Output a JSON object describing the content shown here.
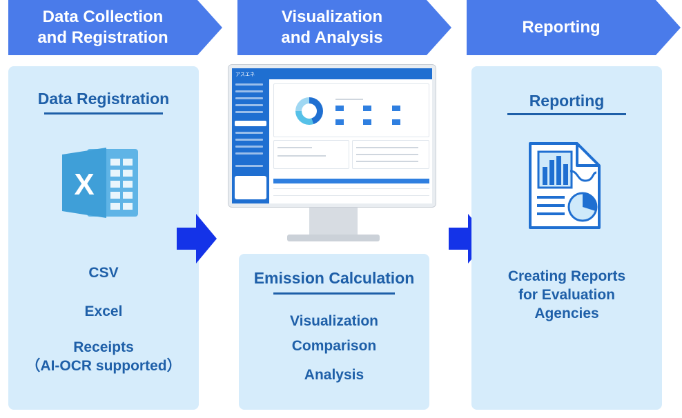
{
  "steps": [
    {
      "label": "Data Collection\nand Registration"
    },
    {
      "label": "Visualization\nand Analysis"
    },
    {
      "label": "Reporting"
    }
  ],
  "panel1": {
    "heading": "Data Registration",
    "items": [
      "CSV",
      "Excel",
      "Receipts",
      "（AI-OCR supported）"
    ],
    "icon": "excel-icon"
  },
  "panel2": {
    "heading": "Emission Calculation",
    "items": [
      "Visualization",
      "Comparison",
      "Analysis"
    ],
    "screen_logo": "アスエネ"
  },
  "panel3": {
    "heading": "Reporting",
    "items": [
      "Creating Reports",
      "for Evaluation",
      "Agencies"
    ],
    "icon": "report-document-icon"
  },
  "colors": {
    "chevron": "#4a7bea",
    "panel": "#d6ecfb",
    "text": "#1e5fa8",
    "arrow": "#1433e8"
  }
}
